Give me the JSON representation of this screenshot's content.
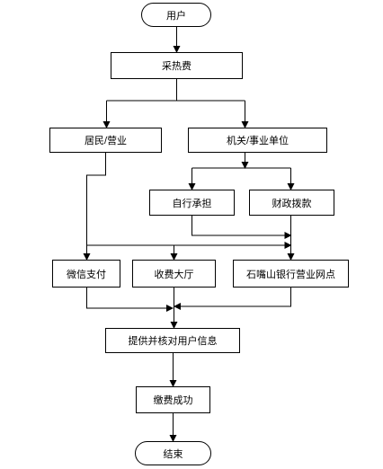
{
  "nodes": {
    "user": "用户",
    "collect_fee": "采热费",
    "resident_business": "居民/营业",
    "government_institution": "机关/事业单位",
    "self_bear": "自行承担",
    "fiscal_allocation": "财政拨款",
    "wechat_pay": "微信支付",
    "payment_hall": "收费大厅",
    "bank_outlet": "石嘴山银行营业网点",
    "verify_info": "提供并核对用户信息",
    "payment_success": "缴费成功",
    "end": "结束"
  },
  "colors": {
    "line": "#000000",
    "background": "#ffffff"
  }
}
